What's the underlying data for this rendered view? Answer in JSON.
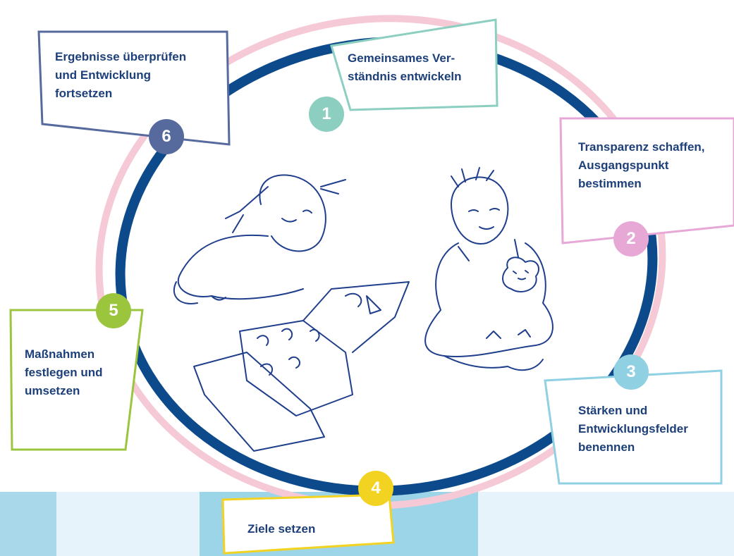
{
  "steps": [
    {
      "number": "1",
      "text": "Gemeinsames Ver-\nständnis entwickeln",
      "color": "#8ccfc0"
    },
    {
      "number": "2",
      "text": "Transparenz schaffen,\nAusgangspunkt\nbestimmen",
      "color": "#e7a8d6"
    },
    {
      "number": "3",
      "text": "Stärken und\nEntwicklungsfelder\nbenennen",
      "color": "#8fd0e3"
    },
    {
      "number": "4",
      "text": "Ziele setzen",
      "color": "#f2d321"
    },
    {
      "number": "5",
      "text": "Maßnahmen\nfestlegen und\numsetzen",
      "color": "#9bc53d"
    },
    {
      "number": "6",
      "text": "Ergebnisse überprüfen\nund Entwicklung\nfortsetzen",
      "color": "#566a9e"
    }
  ],
  "colors": {
    "ring": "#0c4a8c",
    "ring_shadow": "#f5c9d6",
    "text": "#1d3f7a",
    "illustration": "#1f3e8c"
  }
}
